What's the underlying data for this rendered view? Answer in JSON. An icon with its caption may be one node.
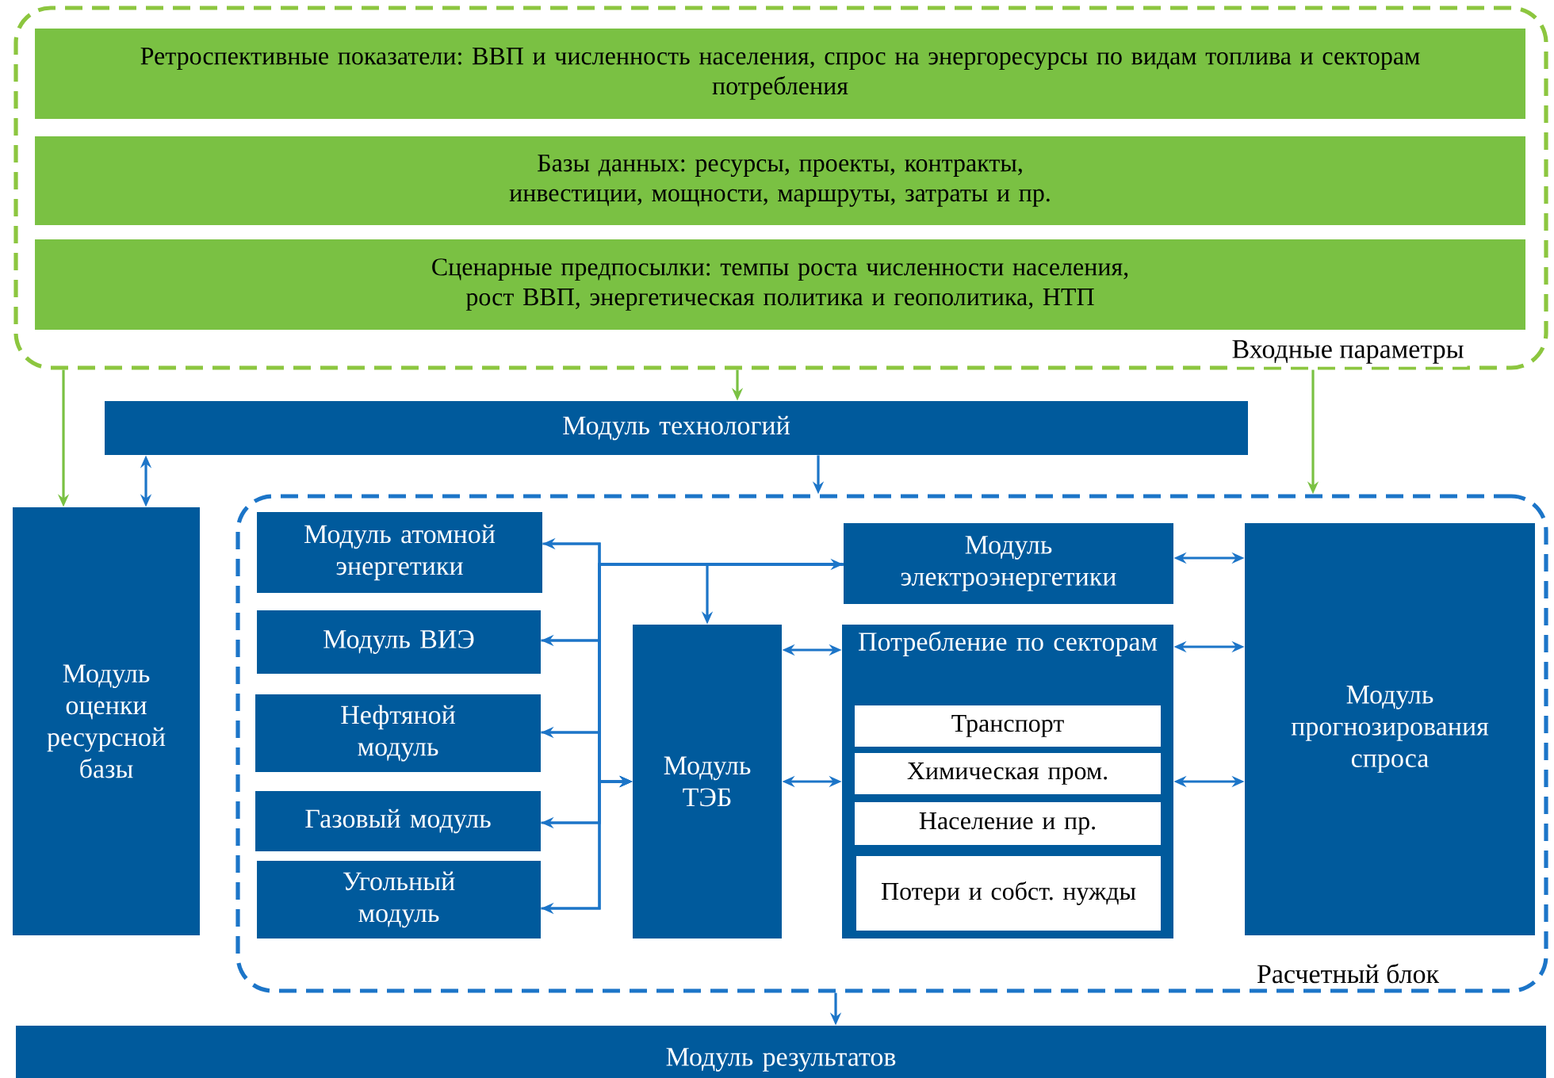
{
  "diagram": {
    "nodes": [
      {
        "text": [
          "Входные параметры"
        ]
      },
      {
        "text": [
          "Ретроспективные показатели: ВВП и численность населения, спрос на энергоресурсы по видам топлива и секторам потребления"
        ],
        "in": 0
      },
      {
        "text": [
          "Базы данных: ресурсы, проекты, контракты, инвестиции, мощности, маршруты, затраты и пр."
        ],
        "in": 0
      },
      {
        "text": [
          "Сценарные предпосылки: темпы роста численности населения, рост ВВП, энергетическая политика и геополитика, НТП"
        ],
        "in": 0
      },
      {
        "text": [
          "Модуль технологий"
        ]
      },
      {
        "text": [
          "Модуль оценки ресурсной базы"
        ]
      },
      {
        "text": [
          "Расчетный блок"
        ]
      },
      {
        "text": [
          "Модуль атомной энергетики"
        ],
        "in": 6
      },
      {
        "text": [
          "Модуль ВИЭ"
        ],
        "in": 6
      },
      {
        "text": [
          "Нефтяной модуль"
        ],
        "in": 6
      },
      {
        "text": [
          "Газовый модуль"
        ],
        "in": 6
      },
      {
        "text": [
          "Угольный модуль"
        ],
        "in": 6
      },
      {
        "text": [
          "Модуль ТЭБ"
        ],
        "in": 6
      },
      {
        "text": [
          "Модуль электроэнергетики"
        ],
        "in": 6
      },
      {
        "text": [
          "Потребление по секторам"
        ],
        "in": 6
      },
      {
        "text": [
          "Транспорт"
        ],
        "in": 14
      },
      {
        "text": [
          "Химическая пром."
        ],
        "in": 14
      },
      {
        "text": [
          "Население и пр."
        ],
        "in": 14
      },
      {
        "text": [
          "Потери и собст. нужды"
        ],
        "in": 14
      },
      {
        "text": [
          "Модуль прогнозирования спроса"
        ],
        "in": 6
      },
      {
        "text": [
          "Модуль результатов"
        ]
      }
    ],
    "edges": [
      {
        "from": 0,
        "to": 5,
        "arrow": "to",
        "color": "#7ac143"
      },
      {
        "from": 0,
        "to": 4,
        "arrow": "to",
        "color": "#7ac143"
      },
      {
        "from": 0,
        "to": 6,
        "arrow": "to",
        "color": "#7ac143"
      },
      {
        "from": 4,
        "to": 5,
        "arrow": "both"
      },
      {
        "from": 4,
        "to": 6,
        "arrow": "to"
      },
      {
        "from": 6,
        "to": 20,
        "arrow": "to"
      },
      {
        "from": 13,
        "to": 7,
        "arrow": "to"
      },
      {
        "from": 13,
        "to": 8,
        "arrow": "to"
      },
      {
        "from": 13,
        "to": 9,
        "arrow": "to"
      },
      {
        "from": 13,
        "to": 10,
        "arrow": "to"
      },
      {
        "from": 13,
        "to": 11,
        "arrow": "to"
      },
      {
        "from": 7,
        "to": 12,
        "arrow": "to"
      },
      {
        "from": 8,
        "to": 12,
        "arrow": "to"
      },
      {
        "from": 9,
        "to": 12,
        "arrow": "to"
      },
      {
        "from": 10,
        "to": 12,
        "arrow": "to"
      },
      {
        "from": 11,
        "to": 12,
        "arrow": "to"
      },
      {
        "from": 13,
        "to": 12,
        "arrow": "both"
      },
      {
        "from": 12,
        "to": 14,
        "arrow": "both"
      },
      {
        "from": 12,
        "to": 14,
        "arrow": "both"
      },
      {
        "from": 13,
        "to": 19,
        "arrow": "both"
      },
      {
        "from": 14,
        "to": 19,
        "arrow": "both"
      },
      {
        "from": 14,
        "to": 19,
        "arrow": "both"
      }
    ]
  }
}
